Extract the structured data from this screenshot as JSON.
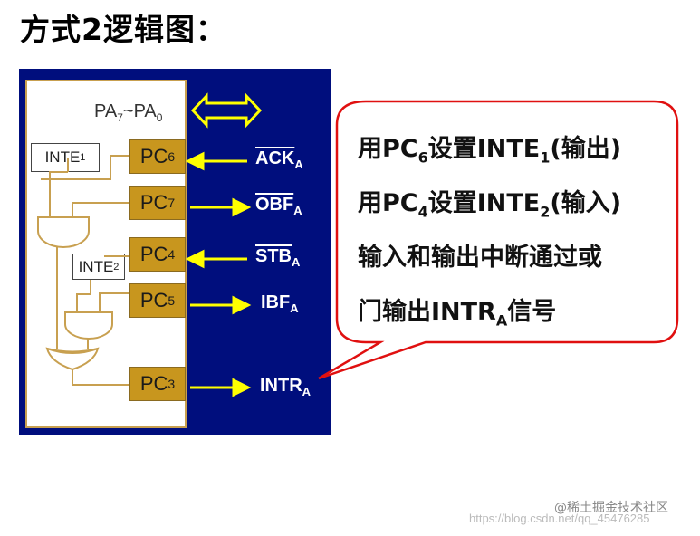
{
  "title": "方式2逻辑图：",
  "diagram": {
    "pa_label": "PA",
    "pa_sub_hi": "7",
    "pa_tilde": "~PA",
    "pa_sub_lo": "0",
    "ports": [
      {
        "name": "PC",
        "sub": "6",
        "signal": "ACK",
        "signal_sub": "A",
        "overline": true
      },
      {
        "name": "PC",
        "sub": "7",
        "signal": "OBF",
        "signal_sub": "A",
        "overline": true
      },
      {
        "name": "PC",
        "sub": "4",
        "signal": "STB",
        "signal_sub": "A",
        "overline": true
      },
      {
        "name": "PC",
        "sub": "5",
        "signal": "IBF",
        "signal_sub": "A",
        "overline": false
      },
      {
        "name": "PC",
        "sub": "3",
        "signal": "INTR",
        "signal_sub": "A",
        "overline": false
      }
    ],
    "inte1": {
      "label": "INTE",
      "sub": "1"
    },
    "inte2": {
      "label": "INTE",
      "sub": "2"
    }
  },
  "callout": {
    "line1": {
      "pre": "用PC",
      "sub": "6",
      "mid": "设置INTE",
      "sub2": "1",
      "post": "(输出)"
    },
    "line2": {
      "pre": "用PC",
      "sub": "4",
      "mid": "设置INTE",
      "sub2": "2",
      "post": "(输入)"
    },
    "line3": "输入和输出中断通过或",
    "line4": {
      "pre": "门输出INTR",
      "sub": "A",
      "post": "信号"
    }
  },
  "watermark": "https://blog.csdn.net/qq_45476285",
  "juejin": "@稀土掘金技术社区",
  "colors": {
    "panel": "#000e7d",
    "pc_block": "#c8961e",
    "wire": "#c8a050",
    "arrow": "#ffff00",
    "callout_border": "#e01010"
  }
}
